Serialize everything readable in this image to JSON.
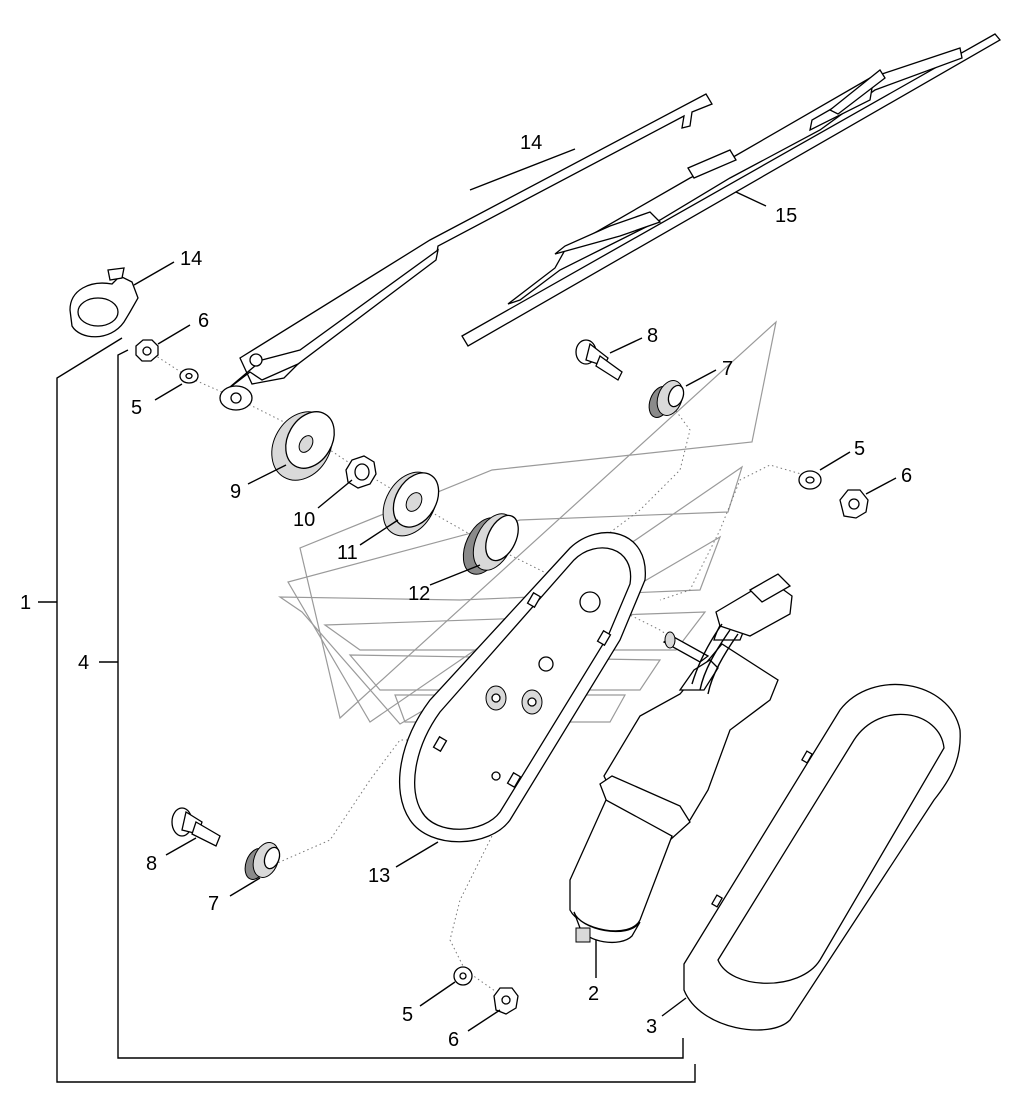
{
  "callouts": [
    {
      "id": "c-14a",
      "label": "14"
    },
    {
      "id": "c-15",
      "label": "15"
    },
    {
      "id": "c-14b",
      "label": "14"
    },
    {
      "id": "c-6a",
      "label": "6"
    },
    {
      "id": "c-5a",
      "label": "5"
    },
    {
      "id": "c-8a",
      "label": "8"
    },
    {
      "id": "c-7a",
      "label": "7"
    },
    {
      "id": "c-5b",
      "label": "5"
    },
    {
      "id": "c-6b",
      "label": "6"
    },
    {
      "id": "c-9",
      "label": "9"
    },
    {
      "id": "c-10",
      "label": "10"
    },
    {
      "id": "c-11",
      "label": "11"
    },
    {
      "id": "c-12",
      "label": "12"
    },
    {
      "id": "c-1",
      "label": "1"
    },
    {
      "id": "c-4",
      "label": "4"
    },
    {
      "id": "c-8b",
      "label": "8"
    },
    {
      "id": "c-7b",
      "label": "7"
    },
    {
      "id": "c-13",
      "label": "13"
    },
    {
      "id": "c-2",
      "label": "2"
    },
    {
      "id": "c-3",
      "label": "3"
    },
    {
      "id": "c-5c",
      "label": "5"
    },
    {
      "id": "c-6c",
      "label": "6"
    }
  ]
}
